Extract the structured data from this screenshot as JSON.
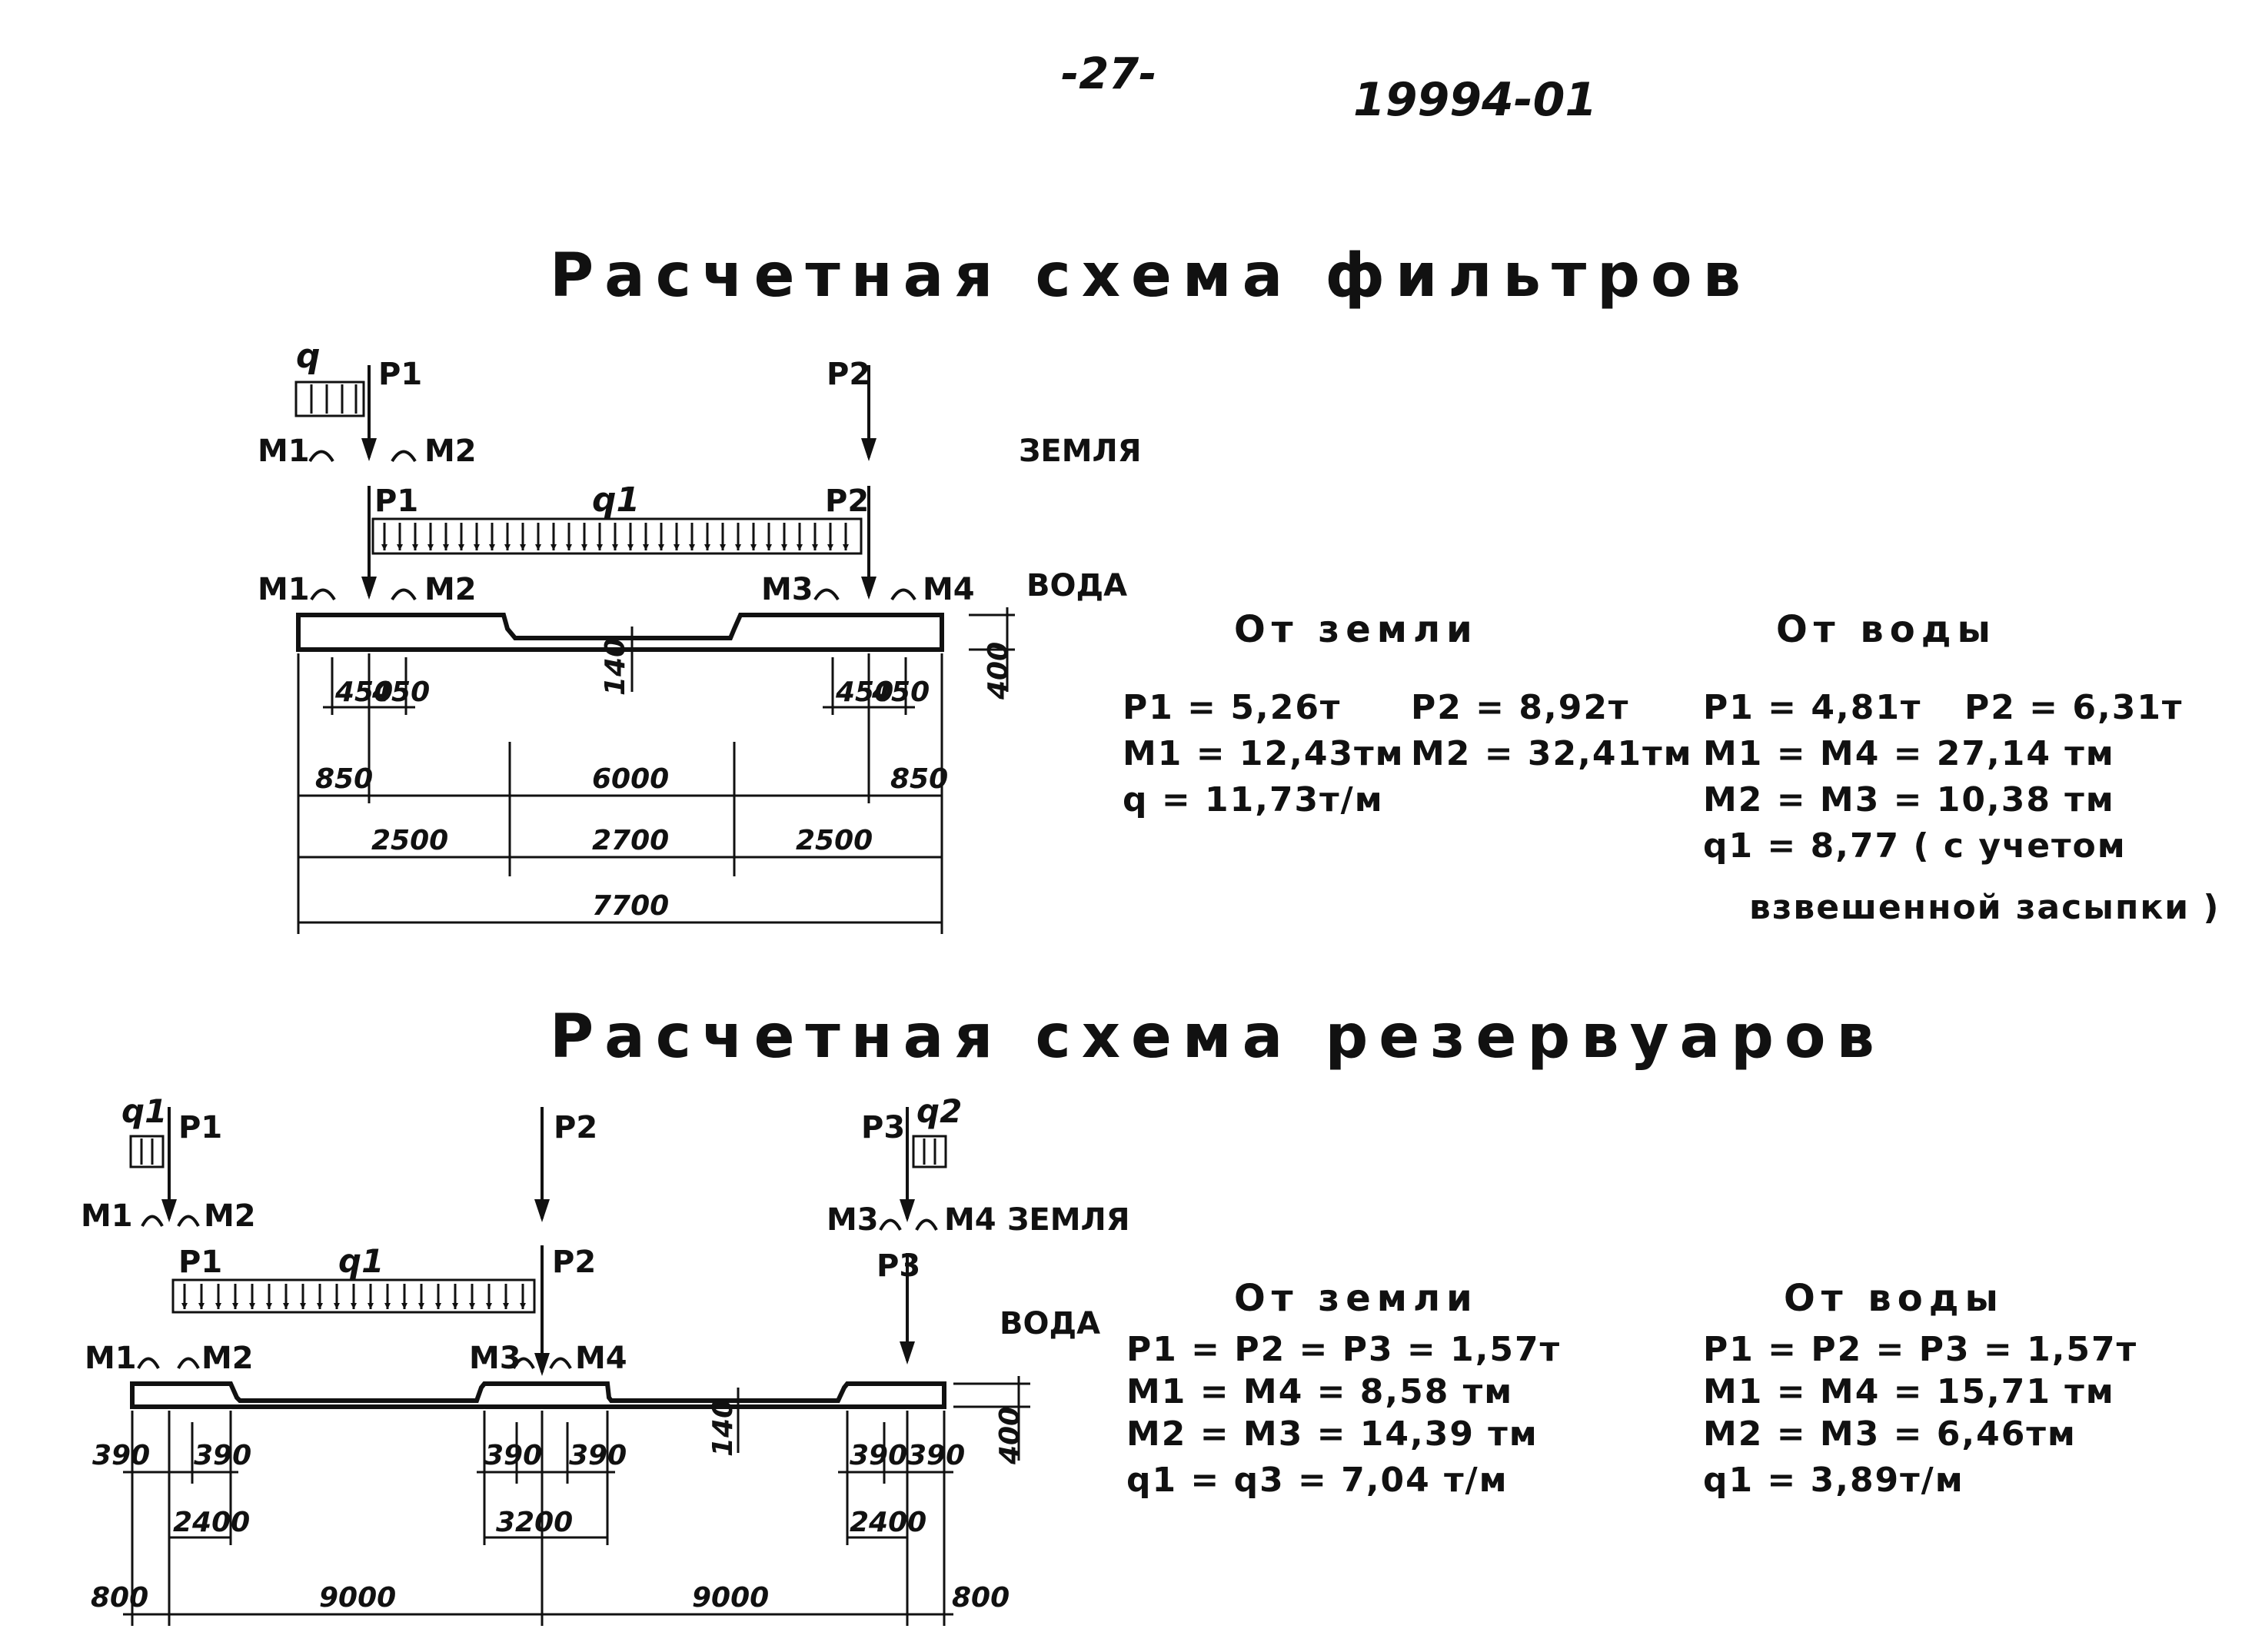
{
  "header": {
    "page_number": "-27-",
    "doc_number": "19994-01"
  },
  "filters": {
    "title": "Расчетная схема фильтров",
    "loads": {
      "q": "q",
      "p1": "P1",
      "p2": "P2",
      "m1": "M1",
      "m2": "M2",
      "m3": "M3",
      "m4": "M4",
      "q1": "q1",
      "soil": "ЗЕМЛЯ",
      "water": "ВОДА"
    },
    "dims": {
      "d450a": "450",
      "d450b": "450",
      "d450c": "450",
      "d450d": "450",
      "d850a": "850",
      "d6000": "6000",
      "d850b": "850",
      "d2500a": "2500",
      "d2700": "2700",
      "d2500b": "2500",
      "d7700": "7700",
      "d140": "140",
      "d400": "400"
    },
    "from_soil": {
      "title": "От земли",
      "l1": "P1 = 5,26т",
      "l1b": "P2 = 8,92т",
      "l2": "M1 = 12,43тм",
      "l2b": "M2 = 32,41тм",
      "l3": "q = 11,73т/м"
    },
    "from_water": {
      "title": "От воды",
      "l1": "P1 = 4,81т",
      "l1b": "P2 = 6,31т",
      "l2": "M1 = M4 = 27,14 тм",
      "l3": "M2 = M3 = 10,38 тм",
      "l4": "q1 = 8,77 ( с учетом",
      "l5": "взвешенной засыпки )"
    }
  },
  "reservoirs": {
    "title": "Расчетная схема резервуаров",
    "loads": {
      "q1": "q1",
      "q2": "q2",
      "p1": "P1",
      "p2": "P2",
      "p3": "P3",
      "m1": "M1",
      "m2": "M2",
      "m3": "M3",
      "m4": "M4",
      "soil": "ЗЕМЛЯ",
      "water": "ВОДА"
    },
    "dims": {
      "d390a": "390",
      "d390b": "390",
      "d390c": "390",
      "d390d": "390",
      "d390e": "390",
      "d390f": "390",
      "d2400a": "2400",
      "d3200": "3200",
      "d2400b": "2400",
      "d800a": "800",
      "d9000a": "9000",
      "d9000b": "9000",
      "d800b": "800",
      "d140": "140",
      "d400": "400"
    },
    "from_soil": {
      "title": "От земли",
      "l1": "P1 = P2 = P3 = 1,57т",
      "l2": "M1 = M4 = 8,58 тм",
      "l3": "M2 = M3 = 14,39 тм",
      "l4": "q1 = q3 = 7,04 т/м"
    },
    "from_water": {
      "title": "От воды",
      "l1": "P1 = P2 = P3 = 1,57т",
      "l2": "M1 = M4 = 15,71 тм",
      "l3": "M2 = M3 = 6,46тм",
      "l4": "q1 = 3,89т/м"
    }
  }
}
